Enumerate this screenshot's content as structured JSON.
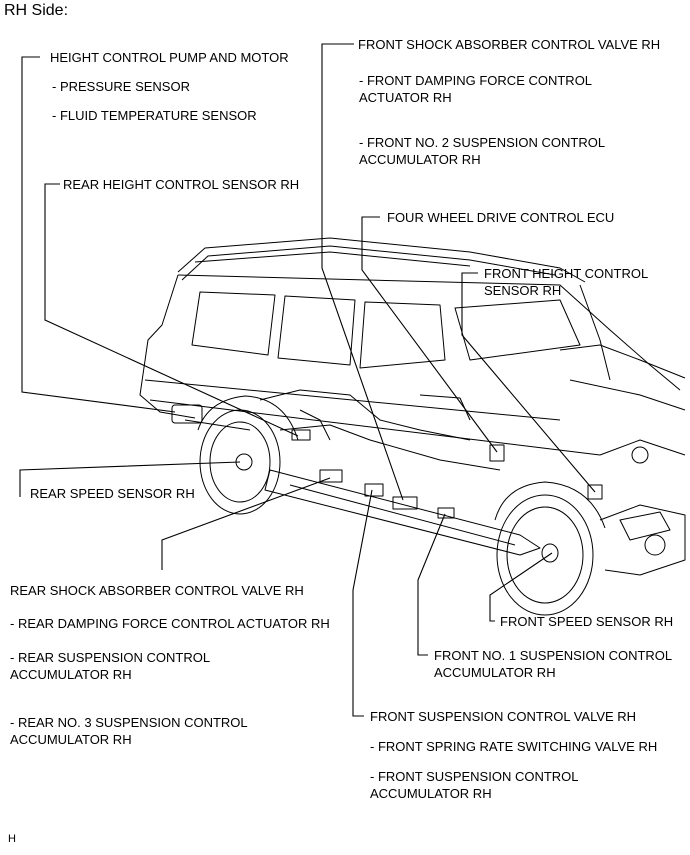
{
  "title": "RH Side:",
  "footer": "H",
  "labels": {
    "pump_motor": "HEIGHT CONTROL PUMP AND MOTOR",
    "pressure_sensor": "- PRESSURE SENSOR",
    "fluid_temp_sensor": "- FLUID TEMPERATURE SENSOR",
    "rear_height_sensor": "REAR HEIGHT CONTROL SENSOR RH",
    "front_shock_valve": "FRONT SHOCK ABSORBER CONTROL VALVE RH",
    "front_damping_actuator_1": "- FRONT DAMPING FORCE CONTROL",
    "front_damping_actuator_2": "ACTUATOR RH",
    "front_no2_accumulator_1": "- FRONT NO. 2 SUSPENSION CONTROL",
    "front_no2_accumulator_2": "ACCUMULATOR RH",
    "four_wd_ecu": "FOUR WHEEL DRIVE CONTROL ECU",
    "front_height_sensor_1": "FRONT HEIGHT CONTROL",
    "front_height_sensor_2": "SENSOR RH",
    "rear_speed_sensor": "REAR SPEED SENSOR RH",
    "rear_shock_valve": "REAR SHOCK ABSORBER CONTROL VALVE RH",
    "rear_damping_actuator": "- REAR DAMPING FORCE CONTROL ACTUATOR RH",
    "rear_accumulator_1": "- REAR SUSPENSION CONTROL",
    "rear_accumulator_2": "ACCUMULATOR RH",
    "rear_no3_accumulator_1": "- REAR NO. 3 SUSPENSION CONTROL",
    "rear_no3_accumulator_2": "ACCUMULATOR RH",
    "front_speed_sensor": "FRONT SPEED SENSOR RH",
    "front_no1_accumulator_1": "FRONT NO. 1 SUSPENSION CONTROL",
    "front_no1_accumulator_2": "ACCUMULATOR RH",
    "front_susp_valve": "FRONT SUSPENSION CONTROL VALVE RH",
    "front_spring_valve": "- FRONT SPRING RATE SWITCHING VALVE RH",
    "front_susp_accumulator_1": "- FRONT SUSPENSION CONTROL",
    "front_susp_accumulator_2": "ACCUMULATOR RH"
  }
}
